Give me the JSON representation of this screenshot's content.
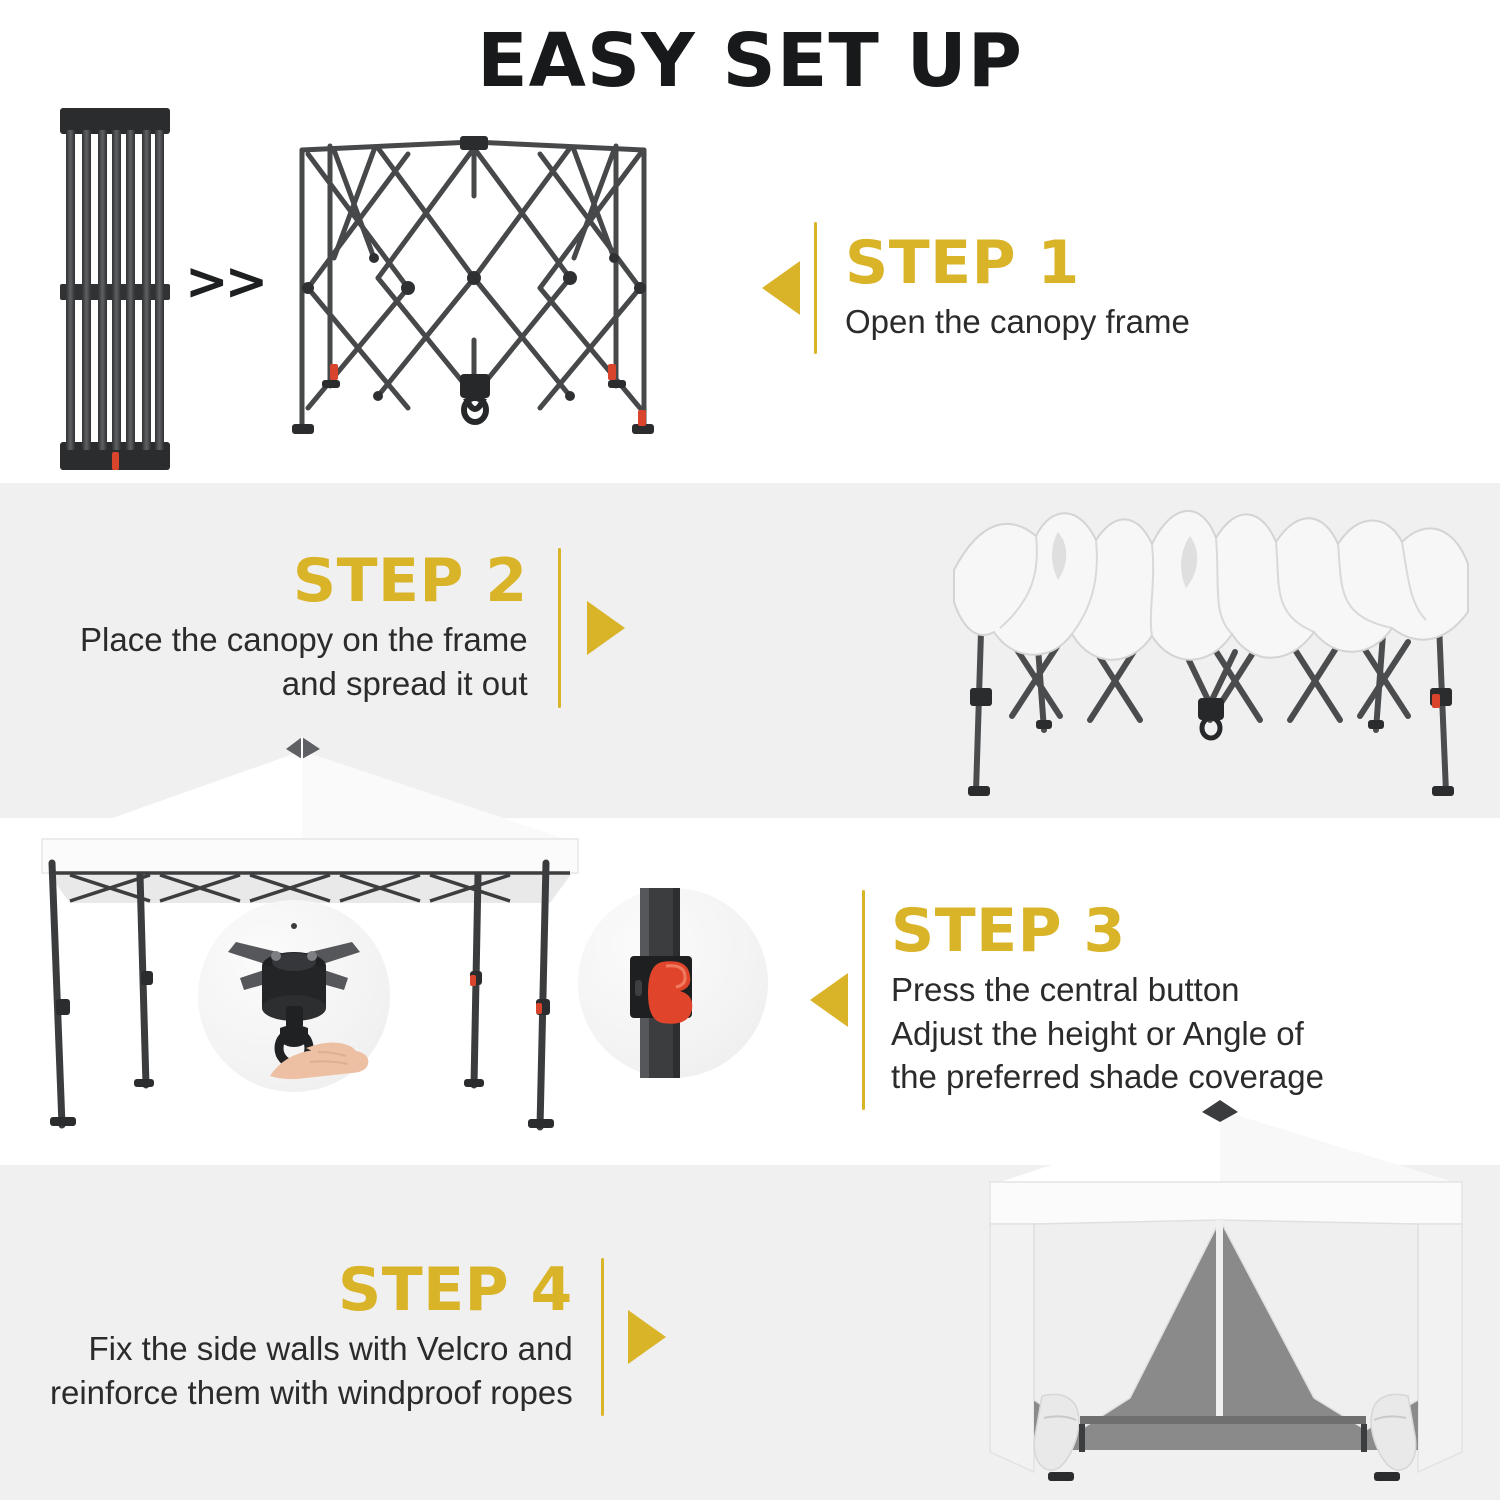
{
  "header": {
    "title": "EASY SET UP"
  },
  "colors": {
    "accent_gold": "#d9b429",
    "title_black": "#17191a",
    "body_text": "#2b2b2b",
    "band_gray": "#f0f0f0",
    "band_white": "#ffffff",
    "frame_dark": "#3c3e40",
    "release_red": "#d8452c"
  },
  "transition": {
    "chevrons": ">>"
  },
  "steps": [
    {
      "id": "step-1",
      "heading": "STEP 1",
      "lines": [
        "Open the canopy frame"
      ],
      "arrow": "triangle-left-icon",
      "arrow_direction": "left",
      "layout": "arrow-divider-text",
      "band": "white",
      "image": "folded-frame-and-expanded-frame"
    },
    {
      "id": "step-2",
      "heading": "STEP 2",
      "lines": [
        "Place the canopy on the frame",
        "and spread it out"
      ],
      "arrow": "triangle-right-icon",
      "arrow_direction": "right",
      "layout": "text-divider-arrow",
      "band": "gray",
      "image": "canopy-draped-on-frame"
    },
    {
      "id": "step-3",
      "heading": "STEP 3",
      "lines": [
        "Press the central button",
        "Adjust the height or Angle of",
        "the preferred shade coverage"
      ],
      "arrow": "triangle-left-icon",
      "arrow_direction": "left",
      "layout": "arrow-divider-text",
      "band": "white",
      "image": "erected-canopy-with-detail-insets",
      "insets": [
        "central-hub-button-with-hand",
        "leg-pole-red-latch-button"
      ]
    },
    {
      "id": "step-4",
      "heading": "STEP 4",
      "lines": [
        "Fix the side walls with Velcro and",
        "reinforce them with windproof ropes"
      ],
      "arrow": "triangle-right-icon",
      "arrow_direction": "right",
      "layout": "text-divider-arrow",
      "band": "gray",
      "image": "canopy-with-side-walls"
    }
  ]
}
